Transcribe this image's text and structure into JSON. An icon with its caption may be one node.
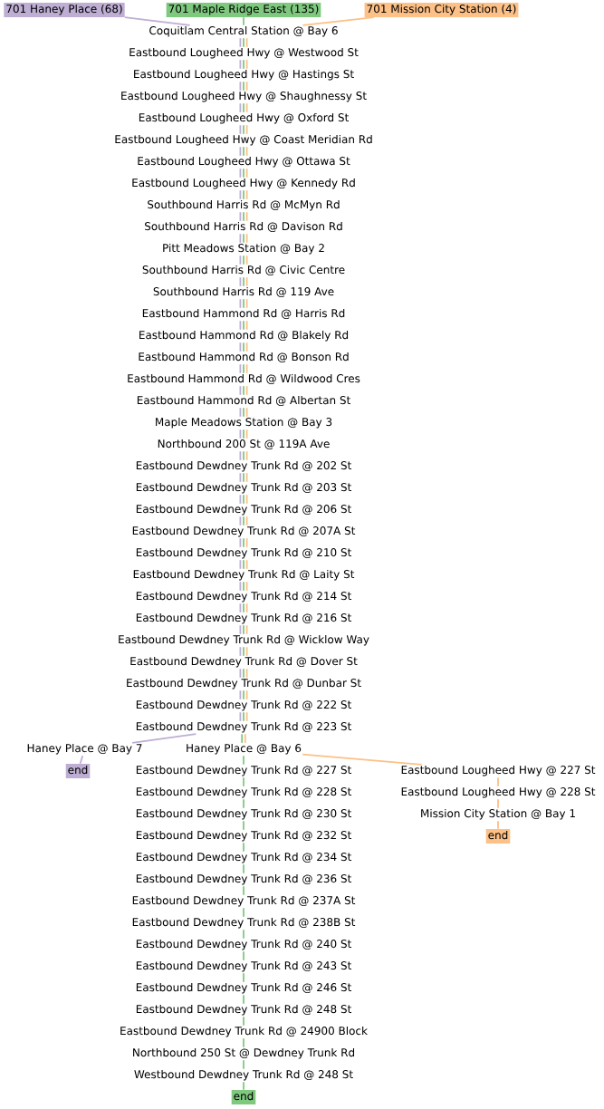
{
  "diagram": {
    "nodes": [
      {
        "text": [
          "701 Haney Place (68)"
        ]
      },
      {
        "text": [
          "701 Maple Ridge East (135)"
        ]
      },
      {
        "text": [
          "701 Mission City Station (4)"
        ]
      },
      {
        "text": [
          "Coquitlam Central Station @ Bay 6"
        ]
      },
      {
        "text": [
          "Eastbound Lougheed Hwy @ Westwood St"
        ]
      },
      {
        "text": [
          "Eastbound Lougheed Hwy @ Hastings St"
        ]
      },
      {
        "text": [
          "Eastbound Lougheed Hwy @ Shaughnessy St"
        ]
      },
      {
        "text": [
          "Eastbound Lougheed Hwy @ Oxford St"
        ]
      },
      {
        "text": [
          "Eastbound Lougheed Hwy @ Coast Meridian Rd"
        ]
      },
      {
        "text": [
          "Eastbound Lougheed Hwy @ Ottawa St"
        ]
      },
      {
        "text": [
          "Eastbound Lougheed Hwy @ Kennedy Rd"
        ]
      },
      {
        "text": [
          "Southbound Harris Rd @ McMyn Rd"
        ]
      },
      {
        "text": [
          "Southbound Harris Rd @ Davison Rd"
        ]
      },
      {
        "text": [
          "Pitt Meadows Station @ Bay 2"
        ]
      },
      {
        "text": [
          "Southbound Harris Rd @ Civic Centre"
        ]
      },
      {
        "text": [
          "Southbound Harris Rd @ 119 Ave"
        ]
      },
      {
        "text": [
          "Eastbound Hammond Rd @ Harris Rd"
        ]
      },
      {
        "text": [
          "Eastbound Hammond Rd @ Blakely Rd"
        ]
      },
      {
        "text": [
          "Eastbound Hammond Rd @ Bonson Rd"
        ]
      },
      {
        "text": [
          "Eastbound Hammond Rd @ Wildwood Cres"
        ]
      },
      {
        "text": [
          "Eastbound Hammond Rd @ Albertan St"
        ]
      },
      {
        "text": [
          "Maple Meadows Station @ Bay 3"
        ]
      },
      {
        "text": [
          "Northbound 200 St @ 119A Ave"
        ]
      },
      {
        "text": [
          "Eastbound Dewdney Trunk Rd @ 202 St"
        ]
      },
      {
        "text": [
          "Eastbound Dewdney Trunk Rd @ 203 St"
        ]
      },
      {
        "text": [
          "Eastbound Dewdney Trunk Rd @ 206 St"
        ]
      },
      {
        "text": [
          "Eastbound Dewdney Trunk Rd @ 207A St"
        ]
      },
      {
        "text": [
          "Eastbound Dewdney Trunk Rd @ 210 St"
        ]
      },
      {
        "text": [
          "Eastbound Dewdney Trunk Rd @ Laity St"
        ]
      },
      {
        "text": [
          "Eastbound Dewdney Trunk Rd @ 214 St"
        ]
      },
      {
        "text": [
          "Eastbound Dewdney Trunk Rd @ 216 St"
        ]
      },
      {
        "text": [
          "Eastbound Dewdney Trunk Rd @ Wicklow Way"
        ]
      },
      {
        "text": [
          "Eastbound Dewdney Trunk Rd @ Dover St"
        ]
      },
      {
        "text": [
          "Eastbound Dewdney Trunk Rd @ Dunbar St"
        ]
      },
      {
        "text": [
          "Eastbound Dewdney Trunk Rd @ 222 St"
        ]
      },
      {
        "text": [
          "Eastbound Dewdney Trunk Rd @ 223 St"
        ]
      },
      {
        "text": [
          "Haney Place @ Bay 7"
        ]
      },
      {
        "text": [
          "Haney Place @ Bay 6"
        ]
      },
      {
        "text": [
          "end"
        ]
      },
      {
        "text": [
          "Eastbound Dewdney Trunk Rd @ 227 St"
        ]
      },
      {
        "text": [
          "Eastbound Lougheed Hwy @ 227 St"
        ]
      },
      {
        "text": [
          "Eastbound Dewdney Trunk Rd @ 228 St"
        ]
      },
      {
        "text": [
          "Eastbound Lougheed Hwy @ 228 St"
        ]
      },
      {
        "text": [
          "Eastbound Dewdney Trunk Rd @ 230 St"
        ]
      },
      {
        "text": [
          "Mission City Station @ Bay 1"
        ]
      },
      {
        "text": [
          "Eastbound Dewdney Trunk Rd @ 232 St"
        ]
      },
      {
        "text": [
          "end"
        ]
      },
      {
        "text": [
          "Eastbound Dewdney Trunk Rd @ 234 St"
        ]
      },
      {
        "text": [
          "Eastbound Dewdney Trunk Rd @ 236 St"
        ]
      },
      {
        "text": [
          "Eastbound Dewdney Trunk Rd @ 237A St"
        ]
      },
      {
        "text": [
          "Eastbound Dewdney Trunk Rd @ 238B St"
        ]
      },
      {
        "text": [
          "Eastbound Dewdney Trunk Rd @ 240 St"
        ]
      },
      {
        "text": [
          "Eastbound Dewdney Trunk Rd @ 243 St"
        ]
      },
      {
        "text": [
          "Eastbound Dewdney Trunk Rd @ 246 St"
        ]
      },
      {
        "text": [
          "Eastbound Dewdney Trunk Rd @ 248 St"
        ]
      },
      {
        "text": [
          "Eastbound Dewdney Trunk Rd @ 24900 Block"
        ]
      },
      {
        "text": [
          "Northbound 250 St @ Dewdney Trunk Rd"
        ]
      },
      {
        "text": [
          "Westbound Dewdney Trunk Rd @ 248 St"
        ]
      },
      {
        "text": [
          "end"
        ]
      }
    ],
    "edges": [
      {
        "from": 0,
        "to": 3,
        "arrow": "none",
        "color": "#beaed4"
      },
      {
        "from": 3,
        "to": 4,
        "arrow": "none",
        "color": "#beaed4"
      },
      {
        "from": 4,
        "to": 5,
        "arrow": "none",
        "color": "#beaed4"
      },
      {
        "from": 5,
        "to": 6,
        "arrow": "none",
        "color": "#beaed4"
      },
      {
        "from": 6,
        "to": 7,
        "arrow": "none",
        "color": "#beaed4"
      },
      {
        "from": 7,
        "to": 8,
        "arrow": "none",
        "color": "#beaed4"
      },
      {
        "from": 8,
        "to": 9,
        "arrow": "none",
        "color": "#beaed4"
      },
      {
        "from": 9,
        "to": 10,
        "arrow": "none",
        "color": "#beaed4"
      },
      {
        "from": 10,
        "to": 11,
        "arrow": "none",
        "color": "#beaed4"
      },
      {
        "from": 11,
        "to": 12,
        "arrow": "none",
        "color": "#beaed4"
      },
      {
        "from": 12,
        "to": 13,
        "arrow": "none",
        "color": "#beaed4"
      },
      {
        "from": 13,
        "to": 14,
        "arrow": "none",
        "color": "#beaed4"
      },
      {
        "from": 14,
        "to": 15,
        "arrow": "none",
        "color": "#beaed4"
      },
      {
        "from": 15,
        "to": 16,
        "arrow": "none",
        "color": "#beaed4"
      },
      {
        "from": 16,
        "to": 17,
        "arrow": "none",
        "color": "#beaed4"
      },
      {
        "from": 17,
        "to": 18,
        "arrow": "none",
        "color": "#beaed4"
      },
      {
        "from": 18,
        "to": 19,
        "arrow": "none",
        "color": "#beaed4"
      },
      {
        "from": 19,
        "to": 20,
        "arrow": "none",
        "color": "#beaed4"
      },
      {
        "from": 20,
        "to": 21,
        "arrow": "none",
        "color": "#beaed4"
      },
      {
        "from": 21,
        "to": 22,
        "arrow": "none",
        "color": "#beaed4"
      },
      {
        "from": 22,
        "to": 23,
        "arrow": "none",
        "color": "#beaed4"
      },
      {
        "from": 23,
        "to": 24,
        "arrow": "none",
        "color": "#beaed4"
      },
      {
        "from": 24,
        "to": 25,
        "arrow": "none",
        "color": "#beaed4"
      },
      {
        "from": 25,
        "to": 26,
        "arrow": "none",
        "color": "#beaed4"
      },
      {
        "from": 26,
        "to": 27,
        "arrow": "none",
        "color": "#beaed4"
      },
      {
        "from": 27,
        "to": 28,
        "arrow": "none",
        "color": "#beaed4"
      },
      {
        "from": 28,
        "to": 29,
        "arrow": "none",
        "color": "#beaed4"
      },
      {
        "from": 29,
        "to": 30,
        "arrow": "none",
        "color": "#beaed4"
      },
      {
        "from": 30,
        "to": 31,
        "arrow": "none",
        "color": "#beaed4"
      },
      {
        "from": 31,
        "to": 32,
        "arrow": "none",
        "color": "#beaed4"
      },
      {
        "from": 32,
        "to": 33,
        "arrow": "none",
        "color": "#beaed4"
      },
      {
        "from": 33,
        "to": 34,
        "arrow": "none",
        "color": "#beaed4"
      },
      {
        "from": 34,
        "to": 35,
        "arrow": "none",
        "color": "#beaed4"
      },
      {
        "from": 35,
        "to": 36,
        "arrow": "none",
        "color": "#beaed4"
      },
      {
        "from": 36,
        "to": 38,
        "arrow": "none",
        "color": "#beaed4"
      },
      {
        "from": 1,
        "to": 3,
        "arrow": "none",
        "color": "#7fc97f"
      },
      {
        "from": 3,
        "to": 4,
        "arrow": "none",
        "color": "#7fc97f"
      },
      {
        "from": 4,
        "to": 5,
        "arrow": "none",
        "color": "#7fc97f"
      },
      {
        "from": 5,
        "to": 6,
        "arrow": "none",
        "color": "#7fc97f"
      },
      {
        "from": 6,
        "to": 7,
        "arrow": "none",
        "color": "#7fc97f"
      },
      {
        "from": 7,
        "to": 8,
        "arrow": "none",
        "color": "#7fc97f"
      },
      {
        "from": 8,
        "to": 9,
        "arrow": "none",
        "color": "#7fc97f"
      },
      {
        "from": 9,
        "to": 10,
        "arrow": "none",
        "color": "#7fc97f"
      },
      {
        "from": 10,
        "to": 11,
        "arrow": "none",
        "color": "#7fc97f"
      },
      {
        "from": 11,
        "to": 12,
        "arrow": "none",
        "color": "#7fc97f"
      },
      {
        "from": 12,
        "to": 13,
        "arrow": "none",
        "color": "#7fc97f"
      },
      {
        "from": 13,
        "to": 14,
        "arrow": "none",
        "color": "#7fc97f"
      },
      {
        "from": 14,
        "to": 15,
        "arrow": "none",
        "color": "#7fc97f"
      },
      {
        "from": 15,
        "to": 16,
        "arrow": "none",
        "color": "#7fc97f"
      },
      {
        "from": 16,
        "to": 17,
        "arrow": "none",
        "color": "#7fc97f"
      },
      {
        "from": 17,
        "to": 18,
        "arrow": "none",
        "color": "#7fc97f"
      },
      {
        "from": 18,
        "to": 19,
        "arrow": "none",
        "color": "#7fc97f"
      },
      {
        "from": 19,
        "to": 20,
        "arrow": "none",
        "color": "#7fc97f"
      },
      {
        "from": 20,
        "to": 21,
        "arrow": "none",
        "color": "#7fc97f"
      },
      {
        "from": 21,
        "to": 22,
        "arrow": "none",
        "color": "#7fc97f"
      },
      {
        "from": 22,
        "to": 23,
        "arrow": "none",
        "color": "#7fc97f"
      },
      {
        "from": 23,
        "to": 24,
        "arrow": "none",
        "color": "#7fc97f"
      },
      {
        "from": 24,
        "to": 25,
        "arrow": "none",
        "color": "#7fc97f"
      },
      {
        "from": 25,
        "to": 26,
        "arrow": "none",
        "color": "#7fc97f"
      },
      {
        "from": 26,
        "to": 27,
        "arrow": "none",
        "color": "#7fc97f"
      },
      {
        "from": 27,
        "to": 28,
        "arrow": "none",
        "color": "#7fc97f"
      },
      {
        "from": 28,
        "to": 29,
        "arrow": "none",
        "color": "#7fc97f"
      },
      {
        "from": 29,
        "to": 30,
        "arrow": "none",
        "color": "#7fc97f"
      },
      {
        "from": 30,
        "to": 31,
        "arrow": "none",
        "color": "#7fc97f"
      },
      {
        "from": 31,
        "to": 32,
        "arrow": "none",
        "color": "#7fc97f"
      },
      {
        "from": 32,
        "to": 33,
        "arrow": "none",
        "color": "#7fc97f"
      },
      {
        "from": 33,
        "to": 34,
        "arrow": "none",
        "color": "#7fc97f"
      },
      {
        "from": 34,
        "to": 35,
        "arrow": "none",
        "color": "#7fc97f"
      },
      {
        "from": 35,
        "to": 37,
        "arrow": "none",
        "color": "#7fc97f"
      },
      {
        "from": 37,
        "to": 39,
        "arrow": "none",
        "color": "#7fc97f"
      },
      {
        "from": 39,
        "to": 41,
        "arrow": "none",
        "color": "#7fc97f"
      },
      {
        "from": 41,
        "to": 43,
        "arrow": "none",
        "color": "#7fc97f"
      },
      {
        "from": 43,
        "to": 45,
        "arrow": "none",
        "color": "#7fc97f"
      },
      {
        "from": 45,
        "to": 47,
        "arrow": "none",
        "color": "#7fc97f"
      },
      {
        "from": 47,
        "to": 48,
        "arrow": "none",
        "color": "#7fc97f"
      },
      {
        "from": 48,
        "to": 49,
        "arrow": "none",
        "color": "#7fc97f"
      },
      {
        "from": 49,
        "to": 50,
        "arrow": "none",
        "color": "#7fc97f"
      },
      {
        "from": 50,
        "to": 51,
        "arrow": "none",
        "color": "#7fc97f"
      },
      {
        "from": 51,
        "to": 52,
        "arrow": "none",
        "color": "#7fc97f"
      },
      {
        "from": 52,
        "to": 53,
        "arrow": "none",
        "color": "#7fc97f"
      },
      {
        "from": 53,
        "to": 54,
        "arrow": "none",
        "color": "#7fc97f"
      },
      {
        "from": 54,
        "to": 55,
        "arrow": "none",
        "color": "#7fc97f"
      },
      {
        "from": 55,
        "to": 56,
        "arrow": "none",
        "color": "#7fc97f"
      },
      {
        "from": 56,
        "to": 57,
        "arrow": "none",
        "color": "#7fc97f"
      },
      {
        "from": 57,
        "to": 58,
        "arrow": "none",
        "color": "#7fc97f"
      },
      {
        "from": 2,
        "to": 3,
        "arrow": "none",
        "color": "#fdc086"
      },
      {
        "from": 3,
        "to": 4,
        "arrow": "none",
        "color": "#fdc086"
      },
      {
        "from": 4,
        "to": 5,
        "arrow": "none",
        "color": "#fdc086"
      },
      {
        "from": 5,
        "to": 6,
        "arrow": "none",
        "color": "#fdc086"
      },
      {
        "from": 6,
        "to": 7,
        "arrow": "none",
        "color": "#fdc086"
      },
      {
        "from": 7,
        "to": 8,
        "arrow": "none",
        "color": "#fdc086"
      },
      {
        "from": 8,
        "to": 9,
        "arrow": "none",
        "color": "#fdc086"
      },
      {
        "from": 9,
        "to": 10,
        "arrow": "none",
        "color": "#fdc086"
      },
      {
        "from": 10,
        "to": 11,
        "arrow": "none",
        "color": "#fdc086"
      },
      {
        "from": 11,
        "to": 12,
        "arrow": "none",
        "color": "#fdc086"
      },
      {
        "from": 12,
        "to": 13,
        "arrow": "none",
        "color": "#fdc086"
      },
      {
        "from": 13,
        "to": 14,
        "arrow": "none",
        "color": "#fdc086"
      },
      {
        "from": 14,
        "to": 15,
        "arrow": "none",
        "color": "#fdc086"
      },
      {
        "from": 15,
        "to": 16,
        "arrow": "none",
        "color": "#fdc086"
      },
      {
        "from": 16,
        "to": 17,
        "arrow": "none",
        "color": "#fdc086"
      },
      {
        "from": 17,
        "to": 18,
        "arrow": "none",
        "color": "#fdc086"
      },
      {
        "from": 18,
        "to": 19,
        "arrow": "none",
        "color": "#fdc086"
      },
      {
        "from": 19,
        "to": 20,
        "arrow": "none",
        "color": "#fdc086"
      },
      {
        "from": 20,
        "to": 21,
        "arrow": "none",
        "color": "#fdc086"
      },
      {
        "from": 21,
        "to": 22,
        "arrow": "none",
        "color": "#fdc086"
      },
      {
        "from": 22,
        "to": 23,
        "arrow": "none",
        "color": "#fdc086"
      },
      {
        "from": 23,
        "to": 24,
        "arrow": "none",
        "color": "#fdc086"
      },
      {
        "from": 24,
        "to": 25,
        "arrow": "none",
        "color": "#fdc086"
      },
      {
        "from": 25,
        "to": 26,
        "arrow": "none",
        "color": "#fdc086"
      },
      {
        "from": 26,
        "to": 27,
        "arrow": "none",
        "color": "#fdc086"
      },
      {
        "from": 27,
        "to": 28,
        "arrow": "none",
        "color": "#fdc086"
      },
      {
        "from": 28,
        "to": 29,
        "arrow": "none",
        "color": "#fdc086"
      },
      {
        "from": 29,
        "to": 30,
        "arrow": "none",
        "color": "#fdc086"
      },
      {
        "from": 30,
        "to": 31,
        "arrow": "none",
        "color": "#fdc086"
      },
      {
        "from": 31,
        "to": 32,
        "arrow": "none",
        "color": "#fdc086"
      },
      {
        "from": 32,
        "to": 33,
        "arrow": "none",
        "color": "#fdc086"
      },
      {
        "from": 33,
        "to": 34,
        "arrow": "none",
        "color": "#fdc086"
      },
      {
        "from": 34,
        "to": 35,
        "arrow": "none",
        "color": "#fdc086"
      },
      {
        "from": 35,
        "to": 37,
        "arrow": "none",
        "color": "#fdc086"
      },
      {
        "from": 37,
        "to": 40,
        "arrow": "none",
        "color": "#fdc086"
      },
      {
        "from": 40,
        "to": 42,
        "arrow": "none",
        "color": "#fdc086"
      },
      {
        "from": 42,
        "to": 44,
        "arrow": "none",
        "color": "#fdc086"
      },
      {
        "from": 44,
        "to": 46,
        "arrow": "none",
        "color": "#fdc086"
      }
    ]
  }
}
